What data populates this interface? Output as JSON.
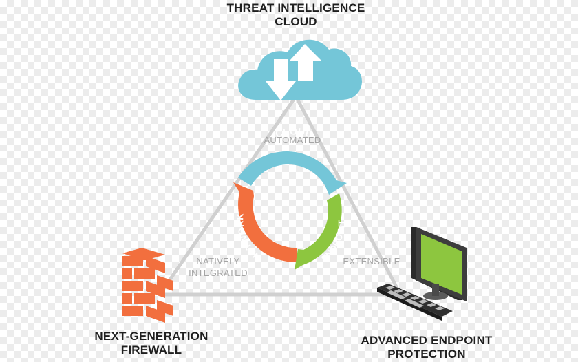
{
  "nodes": {
    "top": {
      "line1": "THREAT INTELLIGENCE",
      "line2": "CLOUD"
    },
    "left": {
      "line1": "NEXT-GENERATION",
      "line2": "FIREWALL"
    },
    "right": {
      "line1": "ADVANCED ENDPOINT",
      "line2": "PROTECTION"
    }
  },
  "edges": {
    "top": "AUTOMATED",
    "left": {
      "line1": "NATIVELY",
      "line2": "INTEGRATED"
    },
    "right": "EXTENSIBLE"
  },
  "cycle": {
    "cloud": "CLOUD",
    "network": "NETWORK",
    "endpoint": "ENDPOINT"
  },
  "colors": {
    "cloud": "#74c6d8",
    "network": "#f26f3e",
    "endpoint": "#8dc63f",
    "triangle": "#d0d0d0",
    "text": "#1f1f1f",
    "edge_text": "#a5a5a5"
  },
  "icons": {
    "cloud": "cloud-upload-download-icon",
    "firewall": "brick-wall-icon",
    "endpoint": "desktop-computer-icon"
  }
}
